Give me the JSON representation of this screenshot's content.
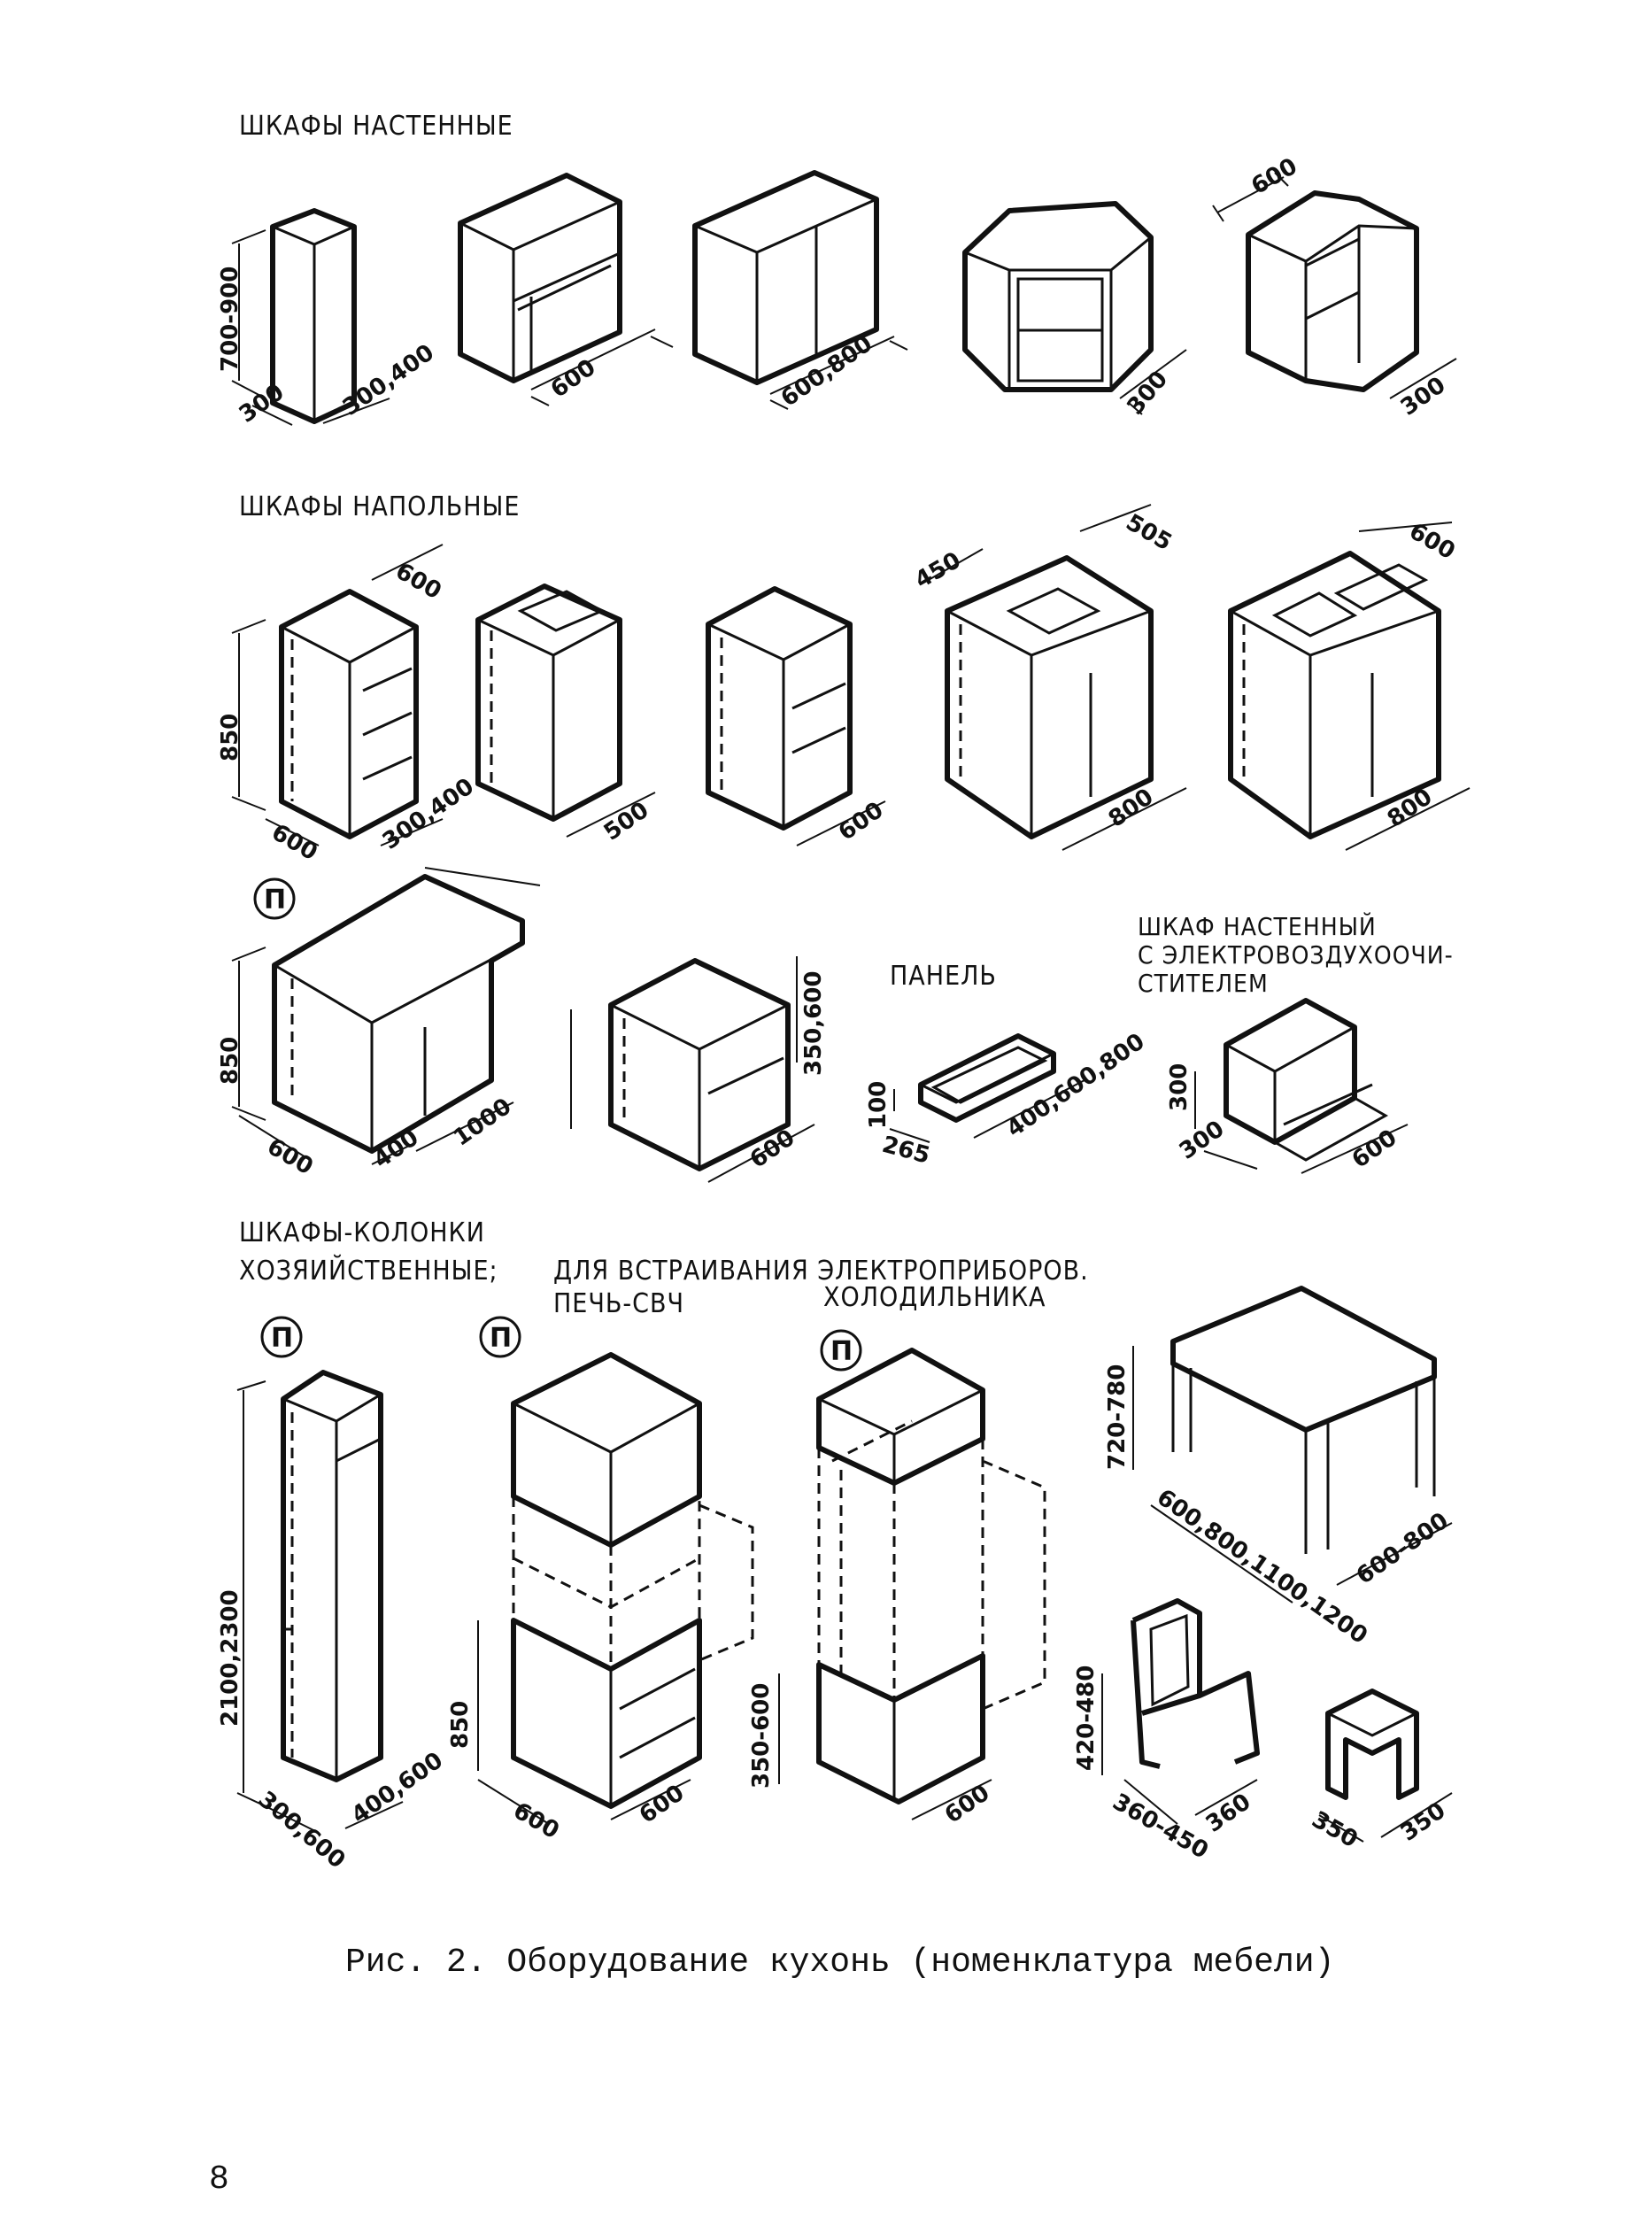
{
  "sections": {
    "wall": "ШКАФЫ НАСТЕННЫЕ",
    "floor": "ШКАФЫ НАПОЛЬНЫЕ",
    "panel": "ПАНЕЛЬ",
    "hood_line1": "ШКАФ НАСТЕННЫЙ",
    "hood_line2": "С ЭЛЕКТРОВОЗДУХООЧИ-",
    "hood_line3": "СТИТЕЛЕМ",
    "columns": "ШКАФЫ-КОЛОНКИ",
    "household": "ХОЗЯИЙСТВЕННЫЕ;",
    "builtin": "ДЛЯ ВСТРАИВАНИЯ ЭЛЕКТРОПРИБОРОВ.",
    "oven": "ПЕЧЬ-СВЧ",
    "fridge": "ХОЛОДИЛЬНИКА"
  },
  "marker": "П",
  "dims": {
    "d700_900": "700-900",
    "d300": "300",
    "d300_400": "300,400",
    "d600": "600",
    "d600_800": "600,800",
    "d850": "850",
    "d500": "500",
    "d800": "800",
    "d450": "450",
    "d505": "505",
    "d400": "400",
    "d1000": "1000",
    "d350_600": "350,600",
    "d100": "100",
    "d265": "265",
    "d400_600_800": "400,600,800",
    "d2100_2300": "2100,2300",
    "d300_600": "300,600",
    "d400_600": "400,600",
    "d350_600r": "350-600",
    "d720_780": "720-780",
    "d600_800_1100_1200": "600,800,1100,1200",
    "d600_800r": "600-800",
    "d420_480": "420-480",
    "d360_450": "360-450",
    "d360": "360",
    "d350": "350"
  },
  "caption": "Рис. 2. Оборудование кухонь  (номенклатура мебели)",
  "page_number": "8"
}
